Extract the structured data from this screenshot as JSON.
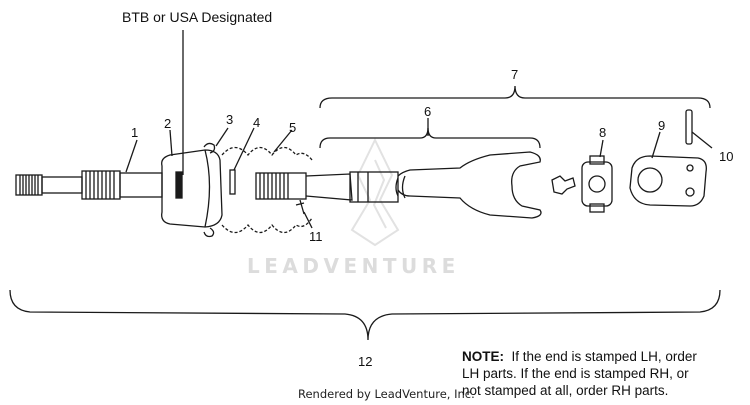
{
  "title_label": "BTB or USA Designated",
  "watermark": "LEADVENTURE",
  "rendered_by": "Rendered by LeadVenture, Inc.",
  "note": {
    "heading": "NOTE:",
    "line1": "If the end is stamped LH, order",
    "line2": "LH parts.  If the end is stamped RH, or",
    "line3": "not stamped at all, order RH parts."
  },
  "callouts": [
    "1",
    "2",
    "3",
    "4",
    "5",
    "6",
    "7",
    "8",
    "9",
    "10",
    "11",
    "12"
  ],
  "colors": {
    "line": "#1a1a1a",
    "watermark": "#dcdcdc"
  }
}
